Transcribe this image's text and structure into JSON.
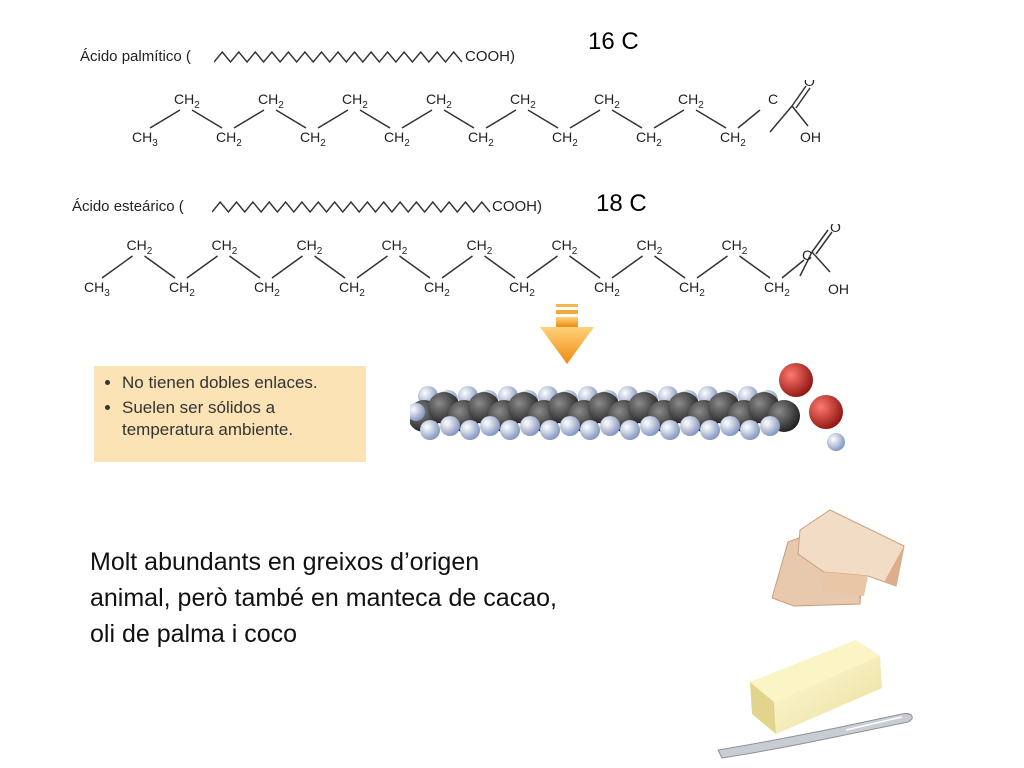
{
  "palmitic": {
    "carbon_count": "16 C",
    "name": "Ácido palmítico (",
    "cooh": "COOH)",
    "groups": [
      "CH3",
      "CH2",
      "CH2",
      "CH2",
      "CH2",
      "CH2",
      "CH2",
      "CH2",
      "CH2",
      "CH2",
      "CH2",
      "CH2",
      "CH2",
      "CH2",
      "CH2"
    ],
    "acid_o": "O",
    "acid_oh": "OH"
  },
  "stearic": {
    "carbon_count": "18 C",
    "name": "Ácido esteárico (",
    "cooh": "COOH)",
    "groups": [
      "CH3",
      "CH2",
      "CH2",
      "CH2",
      "CH2",
      "CH2",
      "CH2",
      "CH2",
      "CH2",
      "CH2",
      "CH2",
      "CH2",
      "CH2",
      "CH2",
      "CH2",
      "CH2",
      "CH2"
    ],
    "acid_o": "O",
    "acid_oh": "OH"
  },
  "notes": {
    "items": [
      "No tienen dobles enlaces.",
      "Suelen ser sólidos a temperatura ambiente."
    ]
  },
  "description": {
    "lines": [
      "Molt abundants en greixos d’origen",
      "animal, però també en manteca de cacao,",
      "oli de palma i coco"
    ]
  },
  "colors": {
    "carbon": "#333333",
    "hydrogen": "#a7b8d8",
    "oxygen": "#c6302a",
    "arrow": "#f29a1a",
    "note_bg": "#fbe3b6"
  }
}
